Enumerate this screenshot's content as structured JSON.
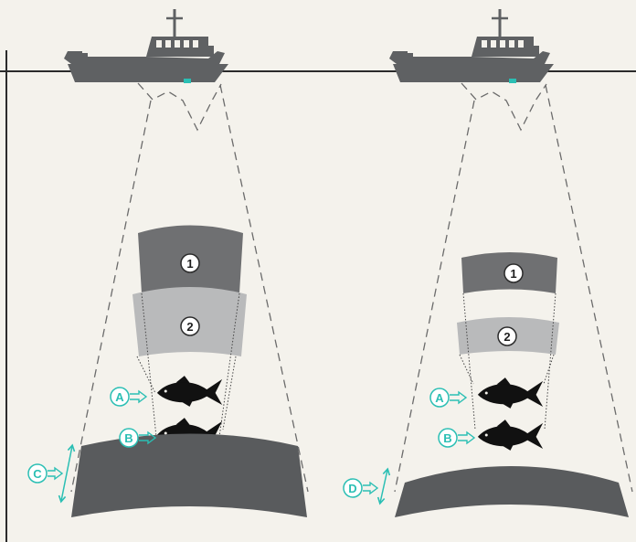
{
  "colors": {
    "background": "#f4f2ec",
    "boat": "#5f6163",
    "waterline": "#2b2b2b",
    "beam_outline": "#6b6b6b",
    "echo_dark": "#6f7072",
    "echo_light": "#b9babb",
    "bottom_band": "#595b5d",
    "fish": "#111111",
    "accent": "#2bbfb4",
    "marker_fill": "#ffffff"
  },
  "panels": [
    {
      "id": "left",
      "echo_markers": [
        "1",
        "2"
      ],
      "fish_markers": [
        "A",
        "B"
      ],
      "bottom_marker": "C"
    },
    {
      "id": "right",
      "echo_markers": [
        "1",
        "2"
      ],
      "fish_markers": [
        "A",
        "B"
      ],
      "bottom_marker": "D"
    }
  ]
}
